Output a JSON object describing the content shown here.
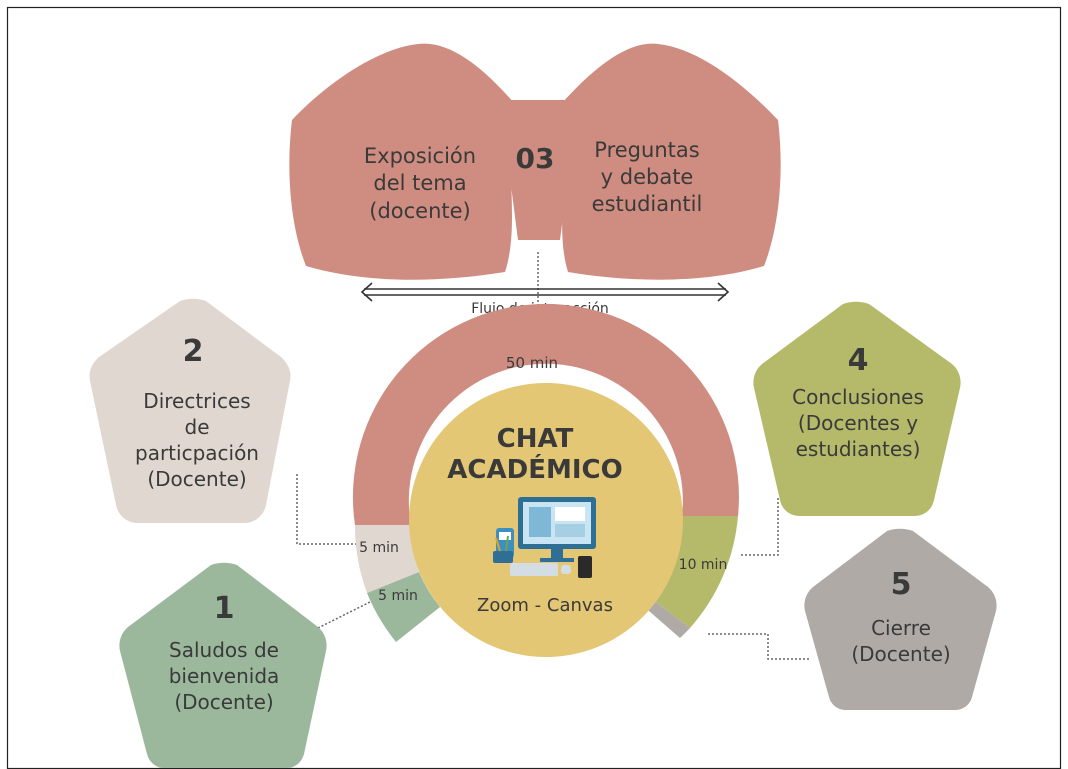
{
  "center": {
    "title_line1": "CHAT",
    "title_line2": "ACADÉMICO",
    "subtitle": "Zoom - Canvas",
    "icon": "computer-desk-icon"
  },
  "top": {
    "number": "03",
    "left_text": [
      "Exposición",
      "del tema",
      "(docente)"
    ],
    "right_text": [
      "Preguntas",
      "y debate",
      "estudiantil"
    ]
  },
  "flow_label": "Flujo  de  interacción",
  "arc_labels": {
    "main": "50 min",
    "grey": "5 min",
    "green": "5 min",
    "olive": "10 min"
  },
  "steps": {
    "s1": {
      "number": "1",
      "text": [
        "Saludos de",
        "bienvenida",
        "(Docente)"
      ]
    },
    "s2": {
      "number": "2",
      "text": [
        "Directrices",
        "de",
        "particpación",
        "(Docente)"
      ]
    },
    "s4": {
      "number": "4",
      "text": [
        "Conclusiones",
        "(Docentes y",
        "estudiantes)"
      ]
    },
    "s5": {
      "number": "5",
      "text": [
        "Cierre",
        "(Docente)"
      ]
    }
  },
  "colors": {
    "salmon": "#CF8C80",
    "beige": "#E0D8D0",
    "green": "#9BB89C",
    "olive": "#B5BA6A",
    "grey": "#B0AAA7",
    "gold": "#E3C774"
  }
}
